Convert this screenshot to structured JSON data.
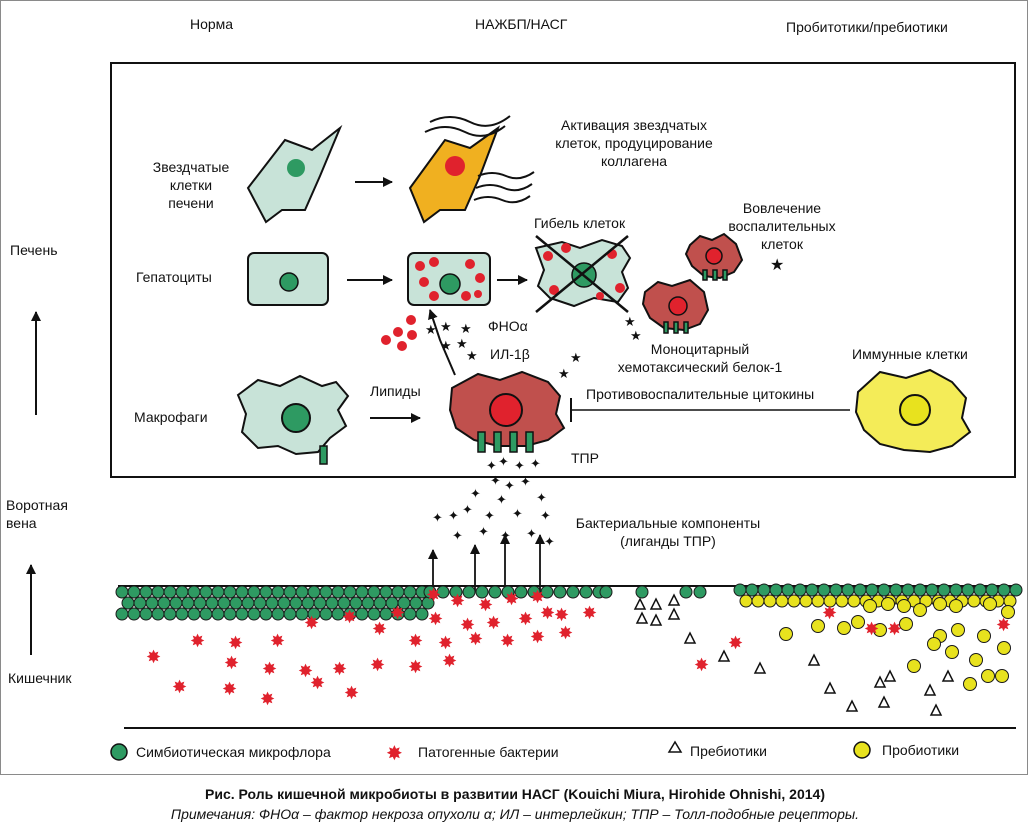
{
  "columns": {
    "norm": "Норма",
    "nafld": "НАЖБП/НАСГ",
    "probiotics": "Пробитотики/пребиотики"
  },
  "side_labels": {
    "liver": "Печень",
    "portal_vein": "Воротная\nвена",
    "intestine": "Кишечник"
  },
  "row_labels": {
    "stellate": "Звездчатые\nклетки\nпечени",
    "hepatocytes": "Гепатоциты",
    "macrophages": "Макрофаги"
  },
  "annotations": {
    "stellate_activation": "Активация звездчатых\nклеток, продуцирование\nколлагена",
    "cell_death": "Гибель клеток",
    "inflammatory_recruitment": "Вовлечение\nвоспалительных\nклеток",
    "tnf": "ФНОα",
    "il1": "ИЛ-1β",
    "mcp": "Моноцитарный\nхемотаксический белок-1",
    "immune_cells": "Иммунные клетки",
    "lipids": "Липиды",
    "anti_inflammatory": "Противовоспалительные цитокины",
    "tlr": "ТПР",
    "bacterial_components": "Бактериальные компоненты\n(лиганды ТПР)"
  },
  "legend": {
    "symbiotic": "Симбиотическая микрофлора",
    "pathogenic": "Патогенные бактерии",
    "prebiotics": "Пребиотики",
    "probiotics": "Пробиотики"
  },
  "caption": {
    "title_bold": "Рис. Роль кишечной микробиоты в развитии НАСГ",
    "title_source": " (Kouichi Miura, Hirohide Ohnishi, 2014)",
    "notes": "Примечания: ФНОα – фактор некроза опухоли α; ИЛ – интерлейкин; ТПР – Толл-подобные рецепторы."
  },
  "colors": {
    "symbiotic": "#2e9a62",
    "pathogenic": "#e0222d",
    "probiotic": "#e8e21e",
    "normal_cell": "#c8e3d8",
    "stellate_active": "#f0b020",
    "damaged_macrophage": "#c0504d",
    "immune_cell": "#f4ec58"
  }
}
